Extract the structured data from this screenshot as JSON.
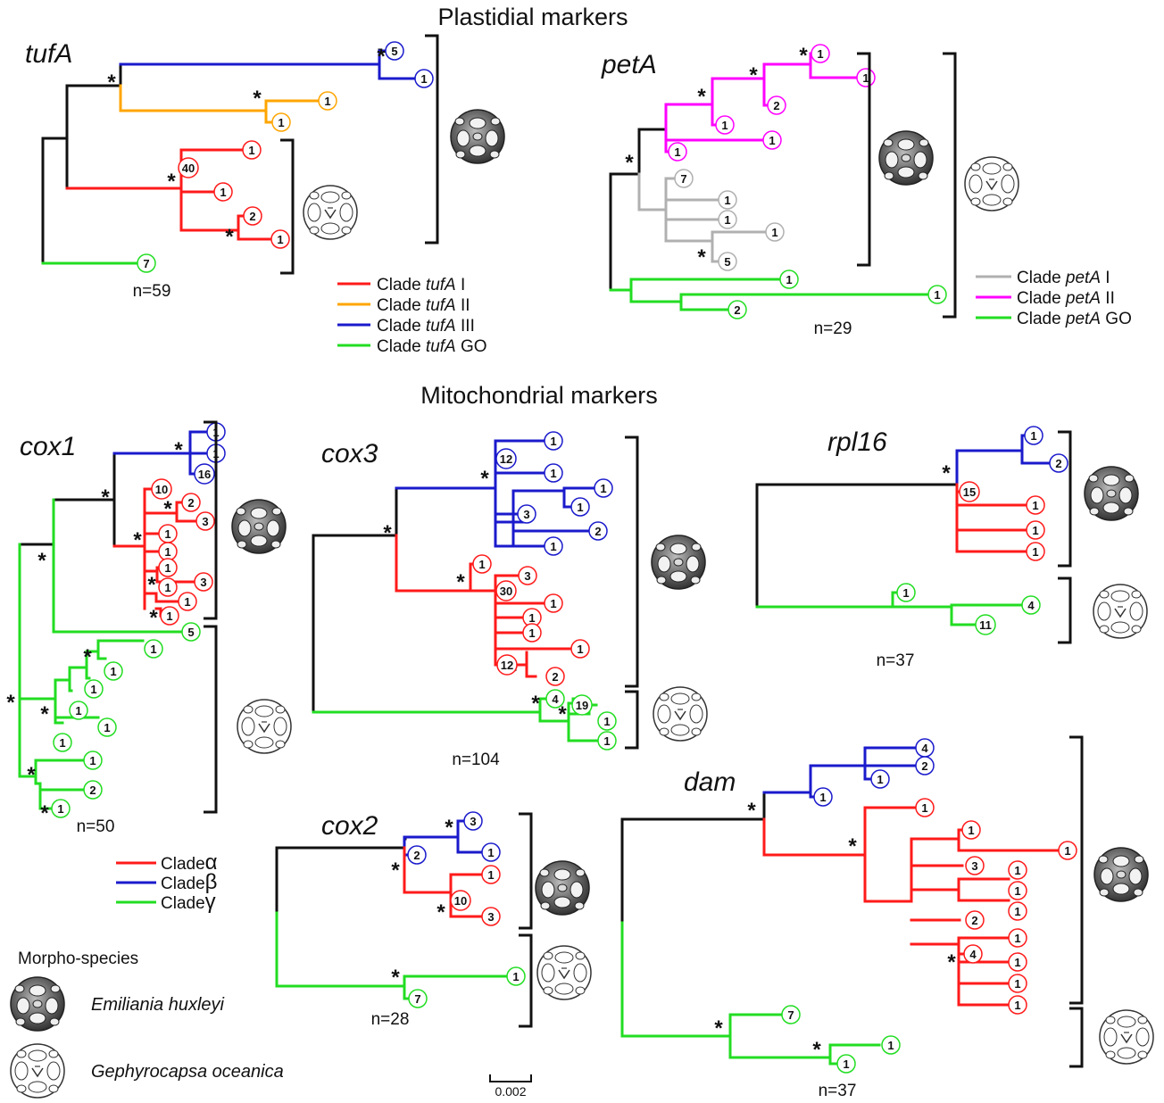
{
  "headers": {
    "plastid": "Plastidial markers",
    "mito": "Mitochondrial markers"
  },
  "colors": {
    "black": "#111111",
    "red": "#ff1a1a",
    "orange": "#ffa500",
    "blue": "#1a1acc",
    "green": "#22dd22",
    "gray": "#b0b0b0",
    "magenta": "#ff00ff"
  },
  "panels": {
    "tufA": {
      "gene": "tufA",
      "n": "n=59",
      "legend": [
        {
          "pre": "Clade ",
          "gene": "tufA",
          "suf": " I",
          "color": "red"
        },
        {
          "pre": "Clade ",
          "gene": "tufA",
          "suf": " II",
          "color": "orange"
        },
        {
          "pre": "Clade ",
          "gene": "tufA",
          "suf": " III",
          "color": "blue"
        },
        {
          "pre": "Clade ",
          "gene": "tufA",
          "suf": " GO",
          "color": "green"
        }
      ],
      "leaf_counts": [
        "5",
        "1",
        "1",
        "1",
        "1",
        "40",
        "1",
        "2",
        "1",
        "7"
      ]
    },
    "petA": {
      "gene": "petA",
      "n": "n=29",
      "legend": [
        {
          "pre": "Clade ",
          "gene": "petA",
          "suf": " I",
          "color": "gray"
        },
        {
          "pre": "Clade ",
          "gene": "petA",
          "suf": " II",
          "color": "magenta"
        },
        {
          "pre": "Clade ",
          "gene": "petA",
          "suf": " GO",
          "color": "green"
        }
      ],
      "leaf_counts": [
        "1",
        "1",
        "2",
        "1",
        "1",
        "1",
        "7",
        "1",
        "1",
        "1",
        "5",
        "1",
        "1",
        "2"
      ]
    },
    "cox1": {
      "gene": "cox1",
      "n": "n=50",
      "leaf_counts": [
        "1",
        "1",
        "16",
        "10",
        "2",
        "3",
        "1",
        "1",
        "1",
        "1",
        "3",
        "1",
        "1",
        "5",
        "1",
        "1",
        "1",
        "1",
        "1",
        "1",
        "1",
        "2",
        "1"
      ]
    },
    "cox3": {
      "gene": "cox3",
      "n": "n=104",
      "leaf_counts": [
        "1",
        "12",
        "1",
        "1",
        "1",
        "3",
        "2",
        "1",
        "1",
        "3",
        "30",
        "1",
        "1",
        "1",
        "1",
        "12",
        "2",
        "4",
        "19",
        "1",
        "1"
      ]
    },
    "rpl16": {
      "gene": "rpl16",
      "n": "n=37",
      "leaf_counts": [
        "1",
        "2",
        "15",
        "1",
        "1",
        "1",
        "1",
        "4",
        "11"
      ]
    },
    "cox2": {
      "gene": "cox2",
      "n": "n=28",
      "leaf_counts": [
        "3",
        "1",
        "2",
        "1",
        "10",
        "3",
        "1",
        "7"
      ]
    },
    "dam": {
      "gene": "dam",
      "n": "n=37",
      "leaf_counts": [
        "4",
        "2",
        "1",
        "1",
        "1",
        "1",
        "1",
        "3",
        "1",
        "1",
        "1",
        "2",
        "1",
        "4",
        "1",
        "1",
        "1",
        "7",
        "1",
        "1"
      ]
    }
  },
  "mito_legend": [
    {
      "label": "Clade",
      "greek": "α",
      "color": "red"
    },
    {
      "label": "Clade",
      "greek": "β",
      "color": "blue"
    },
    {
      "label": "Clade",
      "greek": "γ",
      "color": "green"
    }
  ],
  "morpho": {
    "title": "Morpho-species",
    "species": [
      "Emiliania huxleyi",
      "Gephyrocapsa oceanica"
    ]
  },
  "scale_bar": "0.002",
  "support_marker": "*"
}
